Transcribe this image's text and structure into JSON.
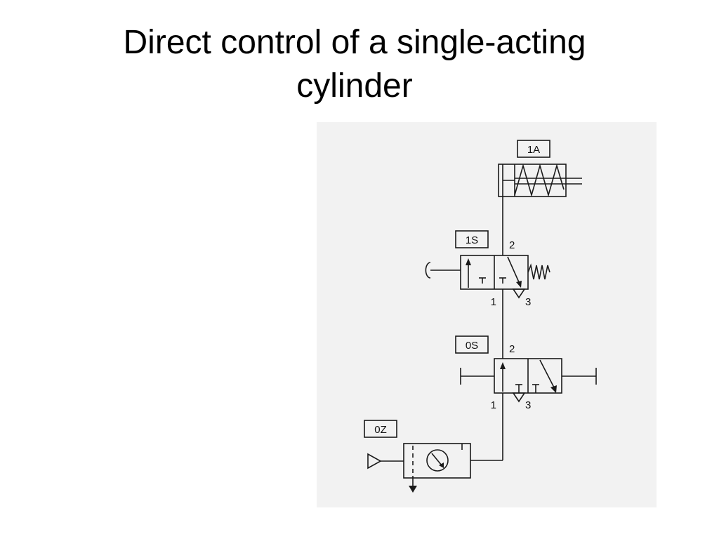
{
  "slide": {
    "title_line1": "Direct control of a single-acting",
    "title_line2": "cylinder"
  },
  "diagram": {
    "background_color": "#f2f2f2",
    "components": [
      {
        "tag": "1A",
        "kind": "single-acting-cylinder-icon"
      },
      {
        "tag": "1S",
        "kind": "pushbutton-3-2-valve-icon"
      },
      {
        "tag": "0S",
        "kind": "3-2-valve-icon"
      },
      {
        "tag": "0Z",
        "kind": "service-unit-icon"
      }
    ],
    "port_labels": {
      "s1_port_2": "2",
      "s1_port_1": "1",
      "s1_port_3": "3",
      "s0_port_2": "2",
      "s0_port_1": "1",
      "s0_port_3": "3"
    }
  }
}
